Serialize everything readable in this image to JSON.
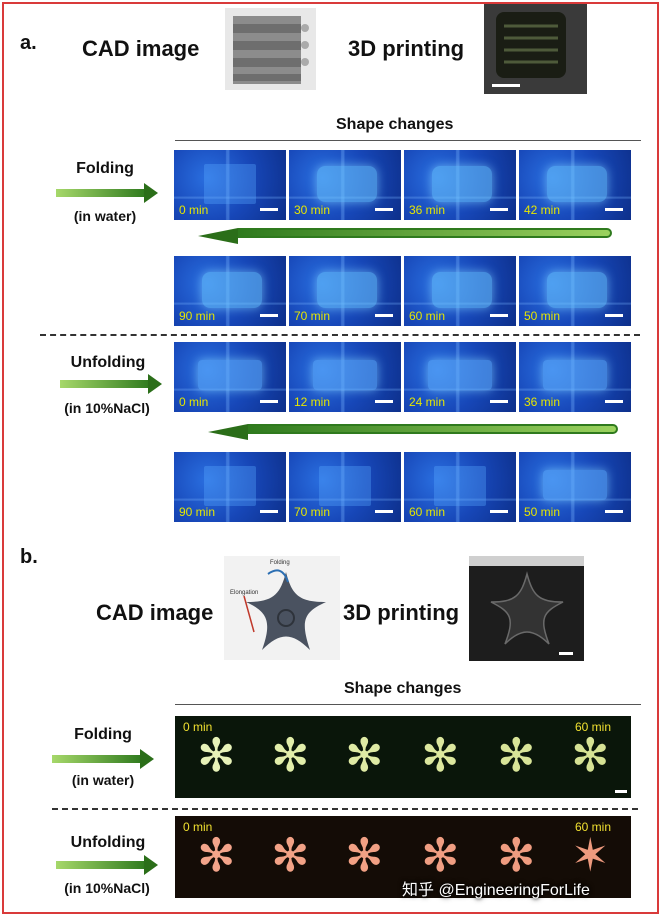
{
  "panel_a": {
    "letter": "a.",
    "cad_label": "CAD image",
    "print_label": "3D printing",
    "shape_changes": "Shape changes",
    "folding": {
      "label": "Folding",
      "sub": "(in water)",
      "row1_times": [
        "0 min",
        "30 min",
        "36 min",
        "42 min"
      ],
      "row2_times": [
        "90 min",
        "70 min",
        "60 min",
        "50 min"
      ]
    },
    "unfolding": {
      "label": "Unfolding",
      "sub": "(in 10%NaCl)",
      "row1_times": [
        "0 min",
        "12 min",
        "24 min",
        "36 min"
      ],
      "row2_times": [
        "90 min",
        "70 min",
        "60 min",
        "50 min"
      ]
    }
  },
  "panel_b": {
    "letter": "b.",
    "cad_label": "CAD image",
    "print_label": "3D printing",
    "cad_annotations": {
      "folding": "Folding",
      "elongation": "Elongation"
    },
    "shape_changes": "Shape changes",
    "folding": {
      "label": "Folding",
      "sub": "(in water)",
      "start": "0 min",
      "end": "60 min"
    },
    "unfolding": {
      "label": "Unfolding",
      "sub": "(in 10%NaCl)",
      "start": "0 min",
      "end": "60 min"
    }
  },
  "watermark": "知乎 @EngineeringForLife",
  "colors": {
    "border": "#d93a3a",
    "time_label": "#e6e600",
    "arrow_dark": "#2b6e19",
    "arrow_light": "#a6d86a"
  }
}
